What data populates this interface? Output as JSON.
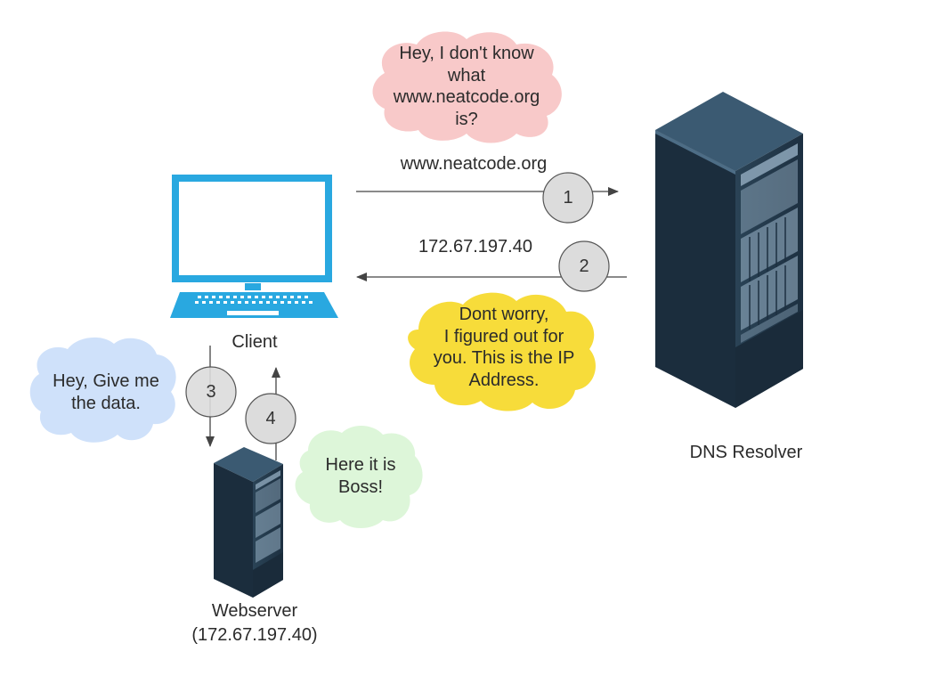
{
  "nodes": {
    "client": {
      "label": "Client"
    },
    "dns_resolver": {
      "label": "DNS Resolver"
    },
    "webserver": {
      "label": "Webserver",
      "sublabel": "(172.67.197.40)"
    }
  },
  "edges": [
    {
      "id": "1",
      "from": "client",
      "to": "dns_resolver",
      "label": "www.neatcode.org"
    },
    {
      "id": "2",
      "from": "dns_resolver",
      "to": "client",
      "label": "172.67.197.40"
    },
    {
      "id": "3",
      "from": "client",
      "to": "webserver",
      "label": ""
    },
    {
      "id": "4",
      "from": "webserver",
      "to": "client",
      "label": ""
    }
  ],
  "bubbles": {
    "client_query": {
      "text": "Hey, I don't know\nwhat\nwww.neatcode.org\nis?",
      "color": "#f8c9c9"
    },
    "dns_reply": {
      "text": "Dont worry,\n I figured out for\nyou. This is the IP\nAddress.",
      "color": "#f7dc3a"
    },
    "data_request": {
      "text": "Hey, Give me\nthe data.",
      "color": "#cfe1fa"
    },
    "data_response": {
      "text": "Here it is\nBoss!",
      "color": "#ddf6d9"
    }
  },
  "colors": {
    "laptop": "#29a8e0",
    "server_dark": "#1f3344",
    "server_mid": "#2d4a60",
    "step_circle": "#dcdcdc",
    "arrow": "#444444"
  }
}
